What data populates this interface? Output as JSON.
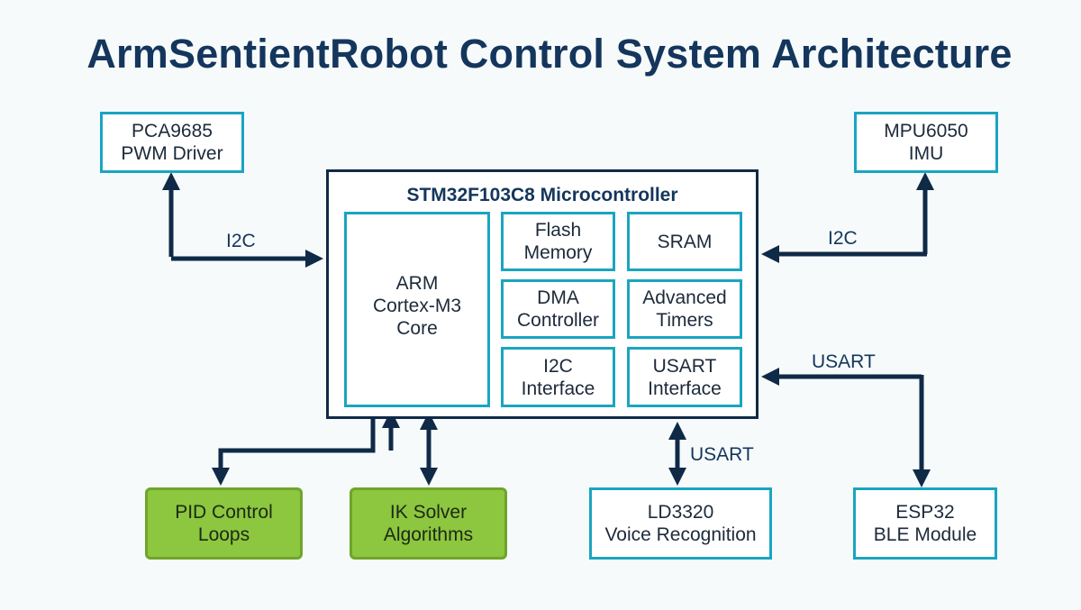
{
  "title": "ArmSentientRobot Control System Architecture",
  "mcu": {
    "title": "STM32F103C8 Microcontroller"
  },
  "core": {
    "l1": "ARM",
    "l2": "Cortex-M3",
    "l3": "Core"
  },
  "peripherals": {
    "flash": {
      "l1": "Flash",
      "l2": "Memory"
    },
    "sram": {
      "l1": "SRAM"
    },
    "dma": {
      "l1": "DMA",
      "l2": "Controller"
    },
    "timers": {
      "l1": "Advanced",
      "l2": "Timers"
    },
    "i2c": {
      "l1": "I2C",
      "l2": "Interface"
    },
    "usart": {
      "l1": "USART",
      "l2": "Interface"
    }
  },
  "external": {
    "pwm": {
      "l1": "PCA9685",
      "l2": "PWM Driver"
    },
    "imu": {
      "l1": "MPU6050",
      "l2": "IMU"
    },
    "pid": {
      "l1": "PID Control",
      "l2": "Loops"
    },
    "ik": {
      "l1": "IK Solver",
      "l2": "Algorithms"
    },
    "voice": {
      "l1": "LD3320",
      "l2": "Voice Recognition"
    },
    "ble": {
      "l1": "ESP32",
      "l2": "BLE Module"
    }
  },
  "connections": {
    "left_i2c": "I2C",
    "right_i2c": "I2C",
    "right_usart": "USART",
    "bottom_usart": "USART"
  },
  "colors": {
    "navy": "#0f2a47",
    "cyan": "#1aa5c0",
    "green": "#8dc63f"
  }
}
